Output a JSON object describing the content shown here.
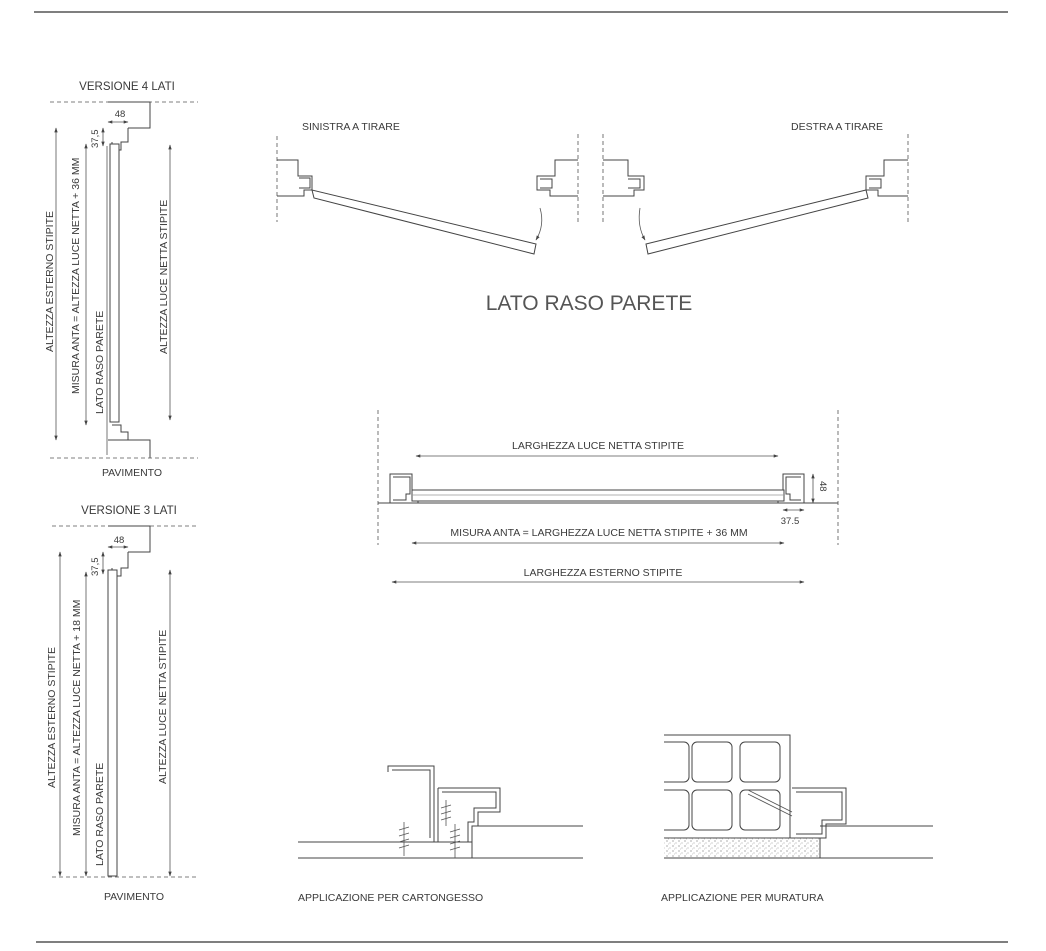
{
  "version_4": {
    "title": "VERSIONE 4 LATI",
    "dim_48": "48",
    "dim_375": "37,5",
    "label_outer_height": "ALTEZZA ESTERNO STIPITE",
    "label_panel": "MISURA ANTA = ALTEZZA LUCE NETTA + 36 MM",
    "label_wall_side": "LATO RASO PARETE",
    "label_clear_height": "ALTEZZA LUCE NETTA STIPITE",
    "floor": "PAVIMENTO"
  },
  "version_3": {
    "title": "VERSIONE 3 LATI",
    "dim_48": "48",
    "dim_375": "37,5",
    "label_outer_height": "ALTEZZA ESTERNO STIPITE",
    "label_panel": "MISURA ANTA = ALTEZZA LUCE NETTA + 18 MM",
    "label_wall_side": "LATO RASO PARETE",
    "label_clear_height": "ALTEZZA LUCE NETTA STIPITE",
    "floor": "PAVIMENTO"
  },
  "plan": {
    "left_label": "SINISTRA A TIRARE",
    "right_label": "DESTRA A TIRARE",
    "title": "LATO RASO PARETE"
  },
  "section": {
    "label_clear_width": "LARGHEZZA LUCE NETTA STIPITE",
    "dim_48": "48",
    "dim_375": "37.5",
    "label_panel": "MISURA ANTA = LARGHEZZA LUCE NETTA STIPITE + 36 MM",
    "label_outer_width": "LARGHEZZA ESTERNO STIPITE"
  },
  "details": {
    "drywall": "APPLICAZIONE PER CARTONGESSO",
    "masonry": "APPLICAZIONE PER MURATURA"
  }
}
